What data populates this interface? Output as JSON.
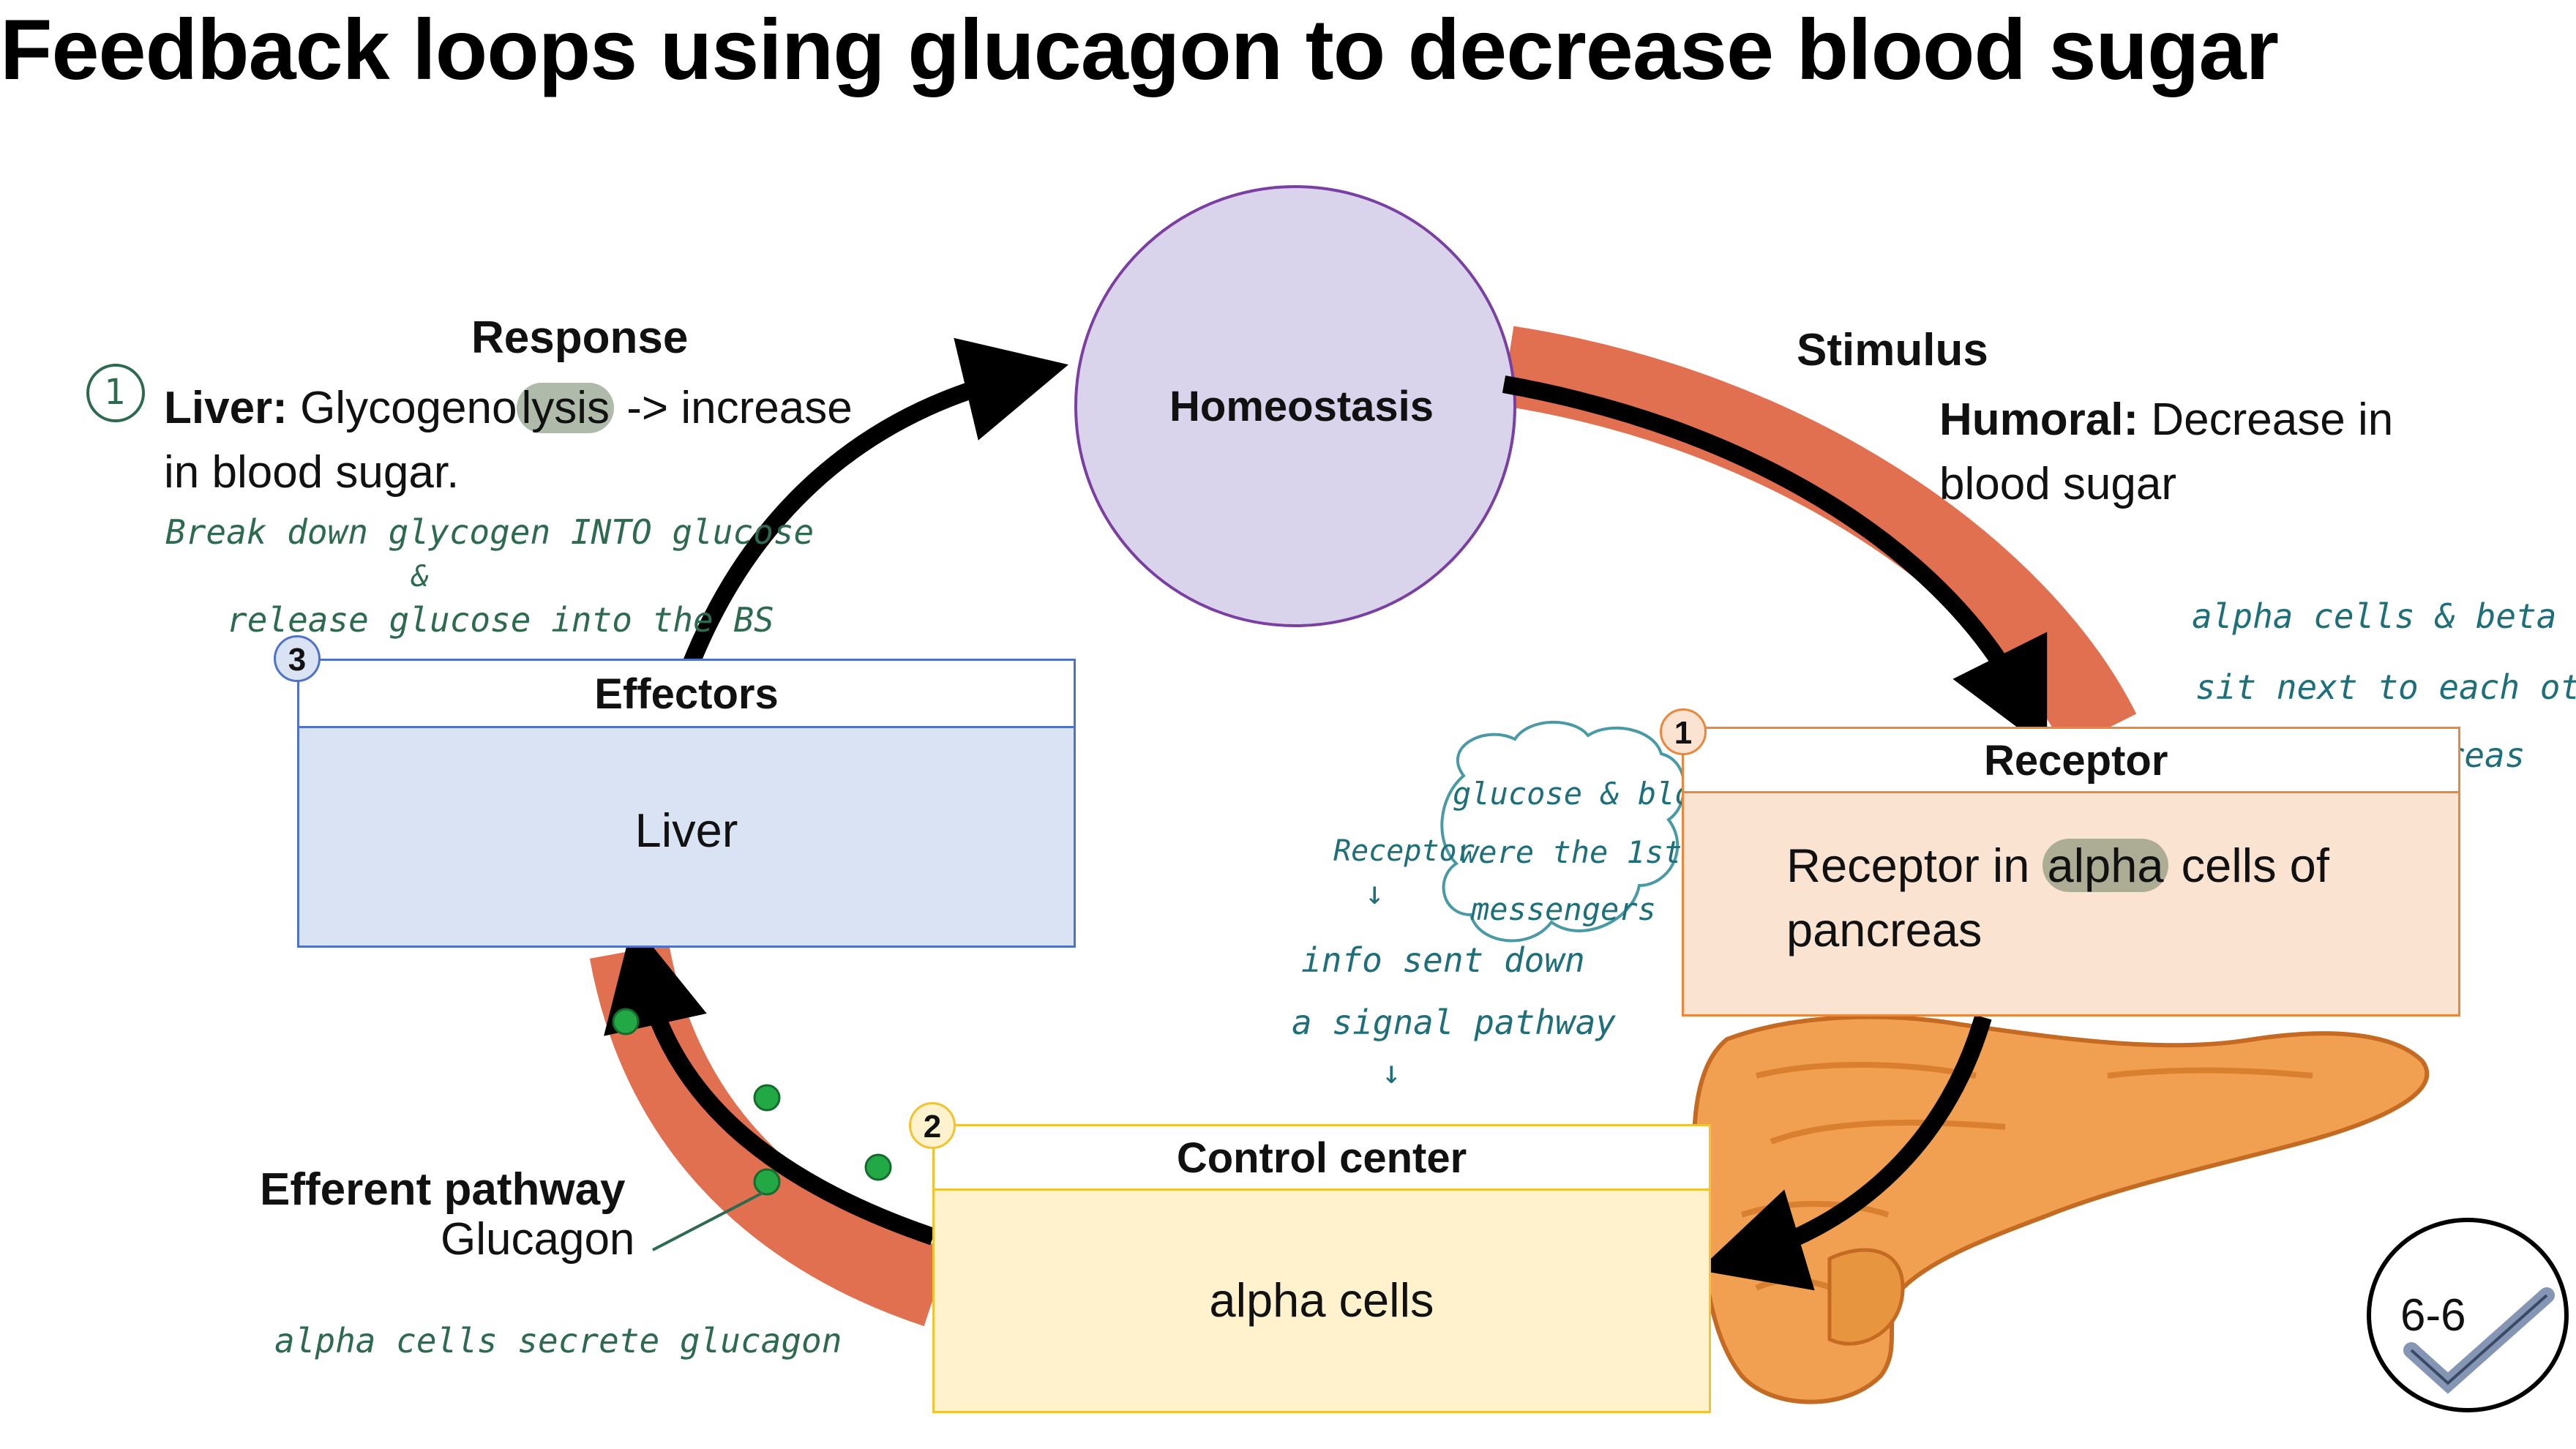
{
  "title": "Feedback loops using glucagon to decrease blood sugar",
  "homeostasis": "Homeostasis",
  "stimulus": {
    "heading": "Stimulus",
    "bold": "Humoral:",
    "line1": " Decrease in",
    "line2": "blood sugar"
  },
  "response": {
    "heading": "Response",
    "bold": "Liver:",
    "pre": " Glycogeno",
    "highlight": "lysis",
    "post": " -> increase",
    "line2": "in blood sugar.",
    "circle_num": "1"
  },
  "receptor": {
    "num": "1",
    "header": "Receptor",
    "pre": "Receptor in ",
    "highlight": "alpha",
    "post": " cells of",
    "line2": "pancreas"
  },
  "control": {
    "num": "2",
    "header": "Control center",
    "body": "alpha cells"
  },
  "effectors": {
    "num": "3",
    "header": "Effectors",
    "body": "Liver"
  },
  "efferent": {
    "heading": "Efferent pathway",
    "sub": "Glucagon"
  },
  "notes": {
    "breakdown": "Break down glycogen INTO glucose",
    "ampersand": "&",
    "release": "release glucose into the BS",
    "alpha1": "alpha cells & beta cells",
    "alpha2": "sit next to each other",
    "alpha3": "in the pancreas",
    "cloud1": "glucose & blood",
    "cloud2": "were the 1st",
    "cloud3": "messengers",
    "receptor_note": "Receptor",
    "arrow1": "↓",
    "sent1": "info sent down",
    "sent2": "a signal pathway",
    "arrow2": "↓",
    "secrete": "alpha cells secrete glucagon"
  },
  "badge": "6-6",
  "colors": {
    "band": "#e07050",
    "circle_fill": "#d9d4ec",
    "circle_stroke": "#7a3fa0",
    "effectors": "#4f72c9",
    "receptor": "#e8883e",
    "control": "#f1c232",
    "dots": "#22a845"
  }
}
